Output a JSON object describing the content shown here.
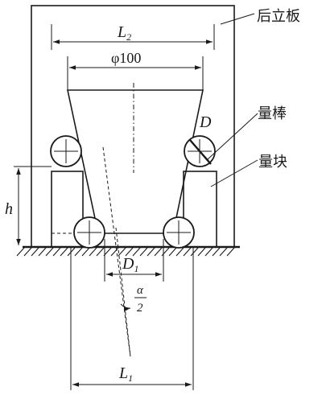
{
  "labels": {
    "rear_plate": "后立板",
    "gauge_rod": "量棒",
    "gauge_block": "量块",
    "L2_main": "L",
    "L2_sub": "2",
    "phi100": "φ100",
    "D": "D",
    "h": "h",
    "D1_main": "D",
    "D1_sub": "1",
    "alpha": "α",
    "two": "2",
    "L1_main": "L",
    "L1_sub": "1"
  }
}
